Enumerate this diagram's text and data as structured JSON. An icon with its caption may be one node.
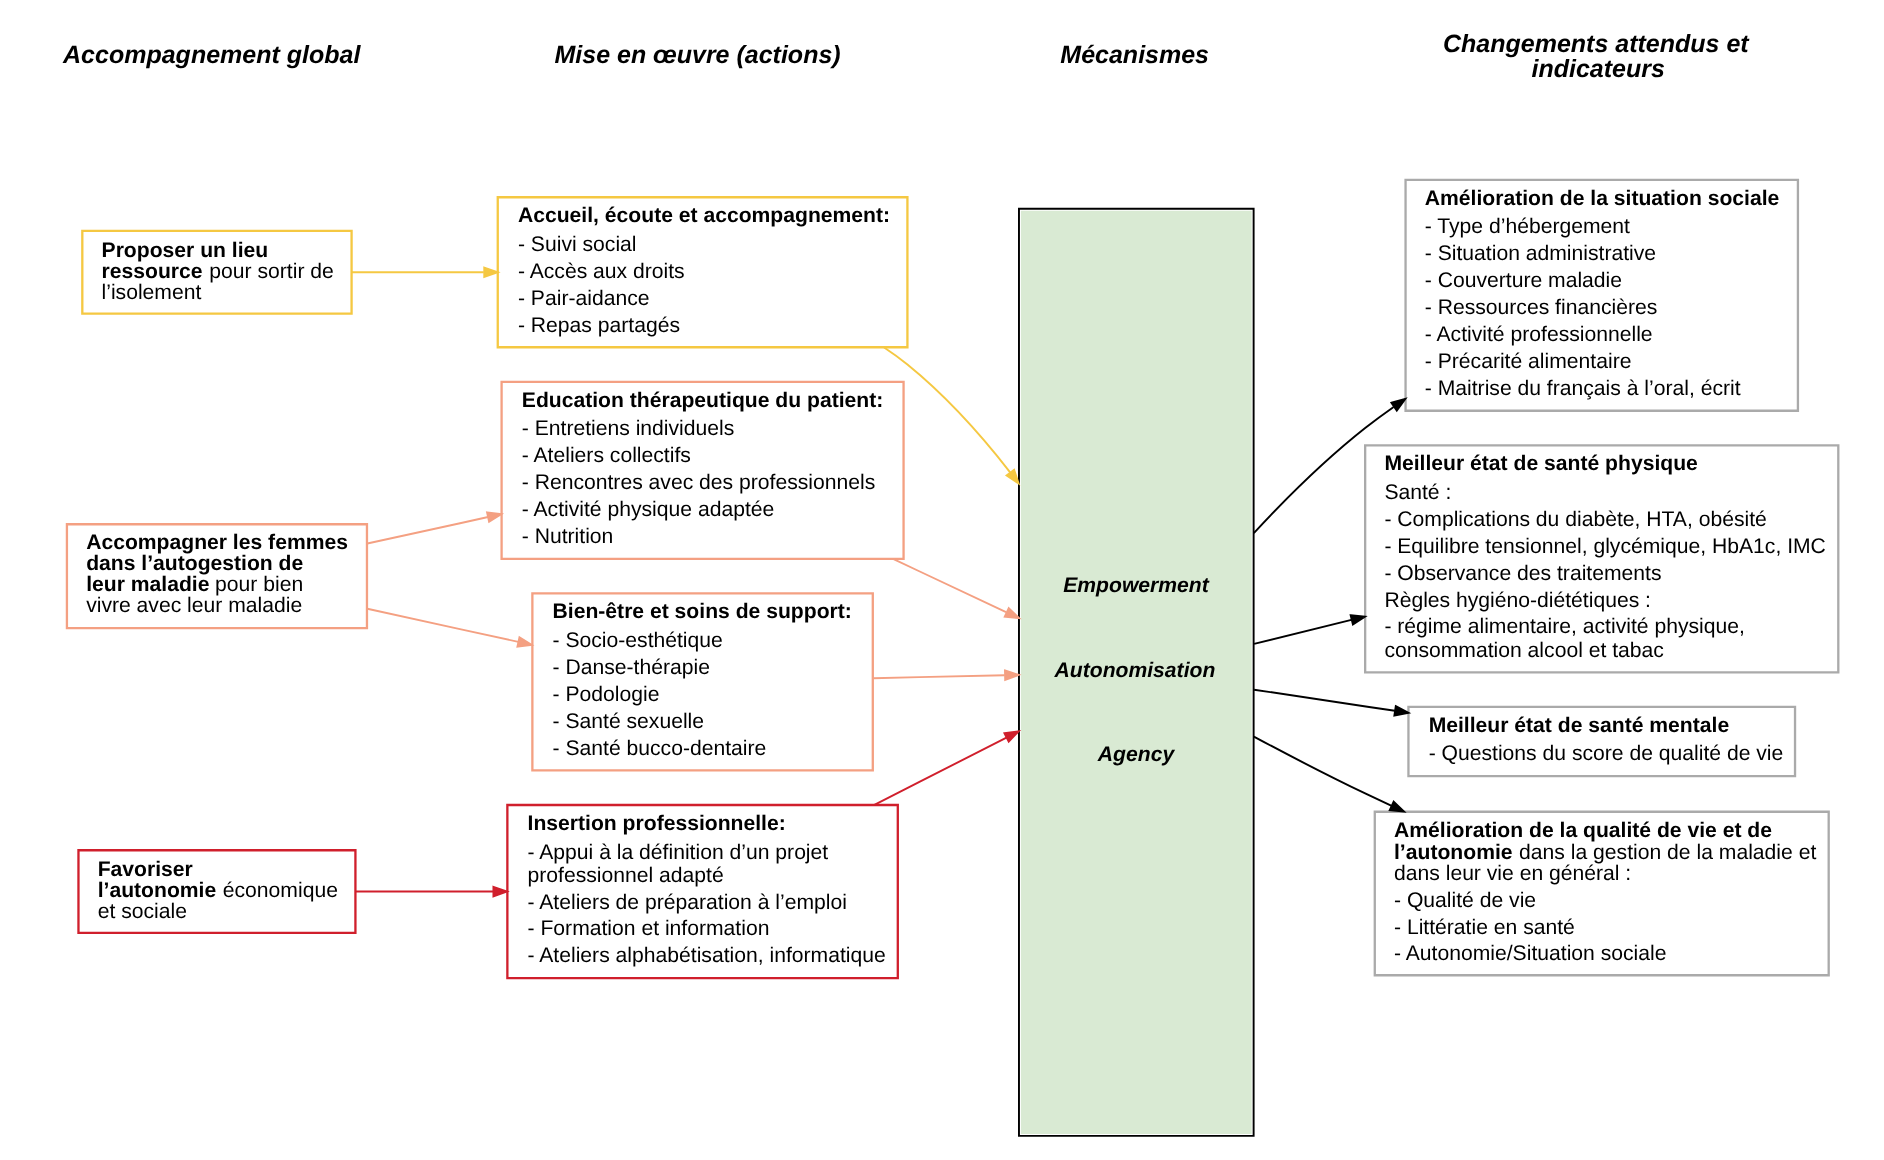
{
  "diagram": {
    "nodes": [
      {
        "text": [
          "**Proposer un lieu ressource** pour sortir de l’isolement"
        ]
      },
      {
        "text": [
          "**Accompagner les femmes dans l’autogestion de leur maladie** pour bien vivre avec leur maladie"
        ]
      },
      {
        "text": [
          "**Favoriser l’autonomie** économique et sociale"
        ]
      },
      {
        "text": [
          "**Accueil, écoute et accompagnement:**",
          "- Suivi social",
          "- Accès aux droits",
          "- Pair-aidance",
          "- Repas partagés"
        ]
      },
      {
        "text": [
          "**Education thérapeutique du patient:**",
          "- Entretiens individuels",
          "- Ateliers collectifs",
          "- Rencontres avec des professionnels",
          "- Activité physique adaptée",
          "- Nutrition"
        ]
      },
      {
        "text": [
          "**Bien-être et soins de support:**",
          "- Socio-esthétique",
          "- Danse-thérapie",
          "- Podologie",
          "- Santé sexuelle",
          "- Santé bucco-dentaire"
        ]
      },
      {
        "text": [
          "**Insertion professionnelle:**",
          "- Appui à la définition d’un projet professionnel adapté",
          "- Ateliers de préparation à l’emploi",
          "- Formation et information",
          "- Ateliers alphabétisation, informatique"
        ]
      },
      {
        "text": [
          "Empowerment",
          "Autonomisation",
          "Agency"
        ]
      },
      {
        "text": [
          "**Amélioration de la situation sociale**",
          "- Type d’hébergement",
          "- Situation administrative",
          "- Couverture maladie",
          "- Ressources financières",
          "- Activité professionnelle",
          "- Précarité alimentaire",
          "- Maitrise du français à l’oral, écrit"
        ]
      },
      {
        "text": [
          "**Meilleur état de santé physique**",
          "Santé :",
          "- Complications du diabète, HTA, obésité",
          "- Equilibre tensionnel, glycémique, HbA1c, IMC",
          "- Observance des traitements",
          "Règles hygiéno-diététiques :",
          "- régime alimentaire, activité physique, consommation alcool et tabac"
        ]
      },
      {
        "text": [
          "**Meilleur état de santé mentale**",
          "- Questions du score de qualité de vie"
        ]
      },
      {
        "text": [
          "**Amélioration de la qualité de vie et de l’autonomie** dans la gestion de la maladie et dans leur vie en général :",
          "- Qualité de vie",
          "- Littératie en santé",
          "- Autonomie/Situation sociale"
        ]
      }
    ],
    "edges": [
      {
        "from": 0,
        "to": 3,
        "arrow": "to",
        "color": "#f5c842"
      },
      {
        "from": 1,
        "to": 4,
        "arrow": "to",
        "color": "#f4a082"
      },
      {
        "from": 1,
        "to": 5,
        "arrow": "to",
        "color": "#f4a082"
      },
      {
        "from": 2,
        "to": 6,
        "arrow": "to",
        "color": "#d01f2c"
      },
      {
        "from": 3,
        "to": 7,
        "arrow": "to",
        "color": "#f5c842"
      },
      {
        "from": 4,
        "to": 7,
        "arrow": "to",
        "color": "#f4a082"
      },
      {
        "from": 5,
        "to": 7,
        "arrow": "to",
        "color": "#f4a082"
      },
      {
        "from": 6,
        "to": 7,
        "arrow": "to",
        "color": "#d01f2c"
      },
      {
        "from": 7,
        "to": 8,
        "arrow": "to",
        "color": "#000000"
      },
      {
        "from": 7,
        "to": 9,
        "arrow": "to",
        "color": "#000000"
      },
      {
        "from": 7,
        "to": 10,
        "arrow": "to",
        "color": "#000000"
      },
      {
        "from": 7,
        "to": 11,
        "arrow": "to",
        "color": "#000000"
      }
    ],
    "labels": [
      "Accompagnement global",
      "Mise en œuvre (actions)",
      "Mécanismes",
      "Changements attendus et indicateurs"
    ]
  }
}
